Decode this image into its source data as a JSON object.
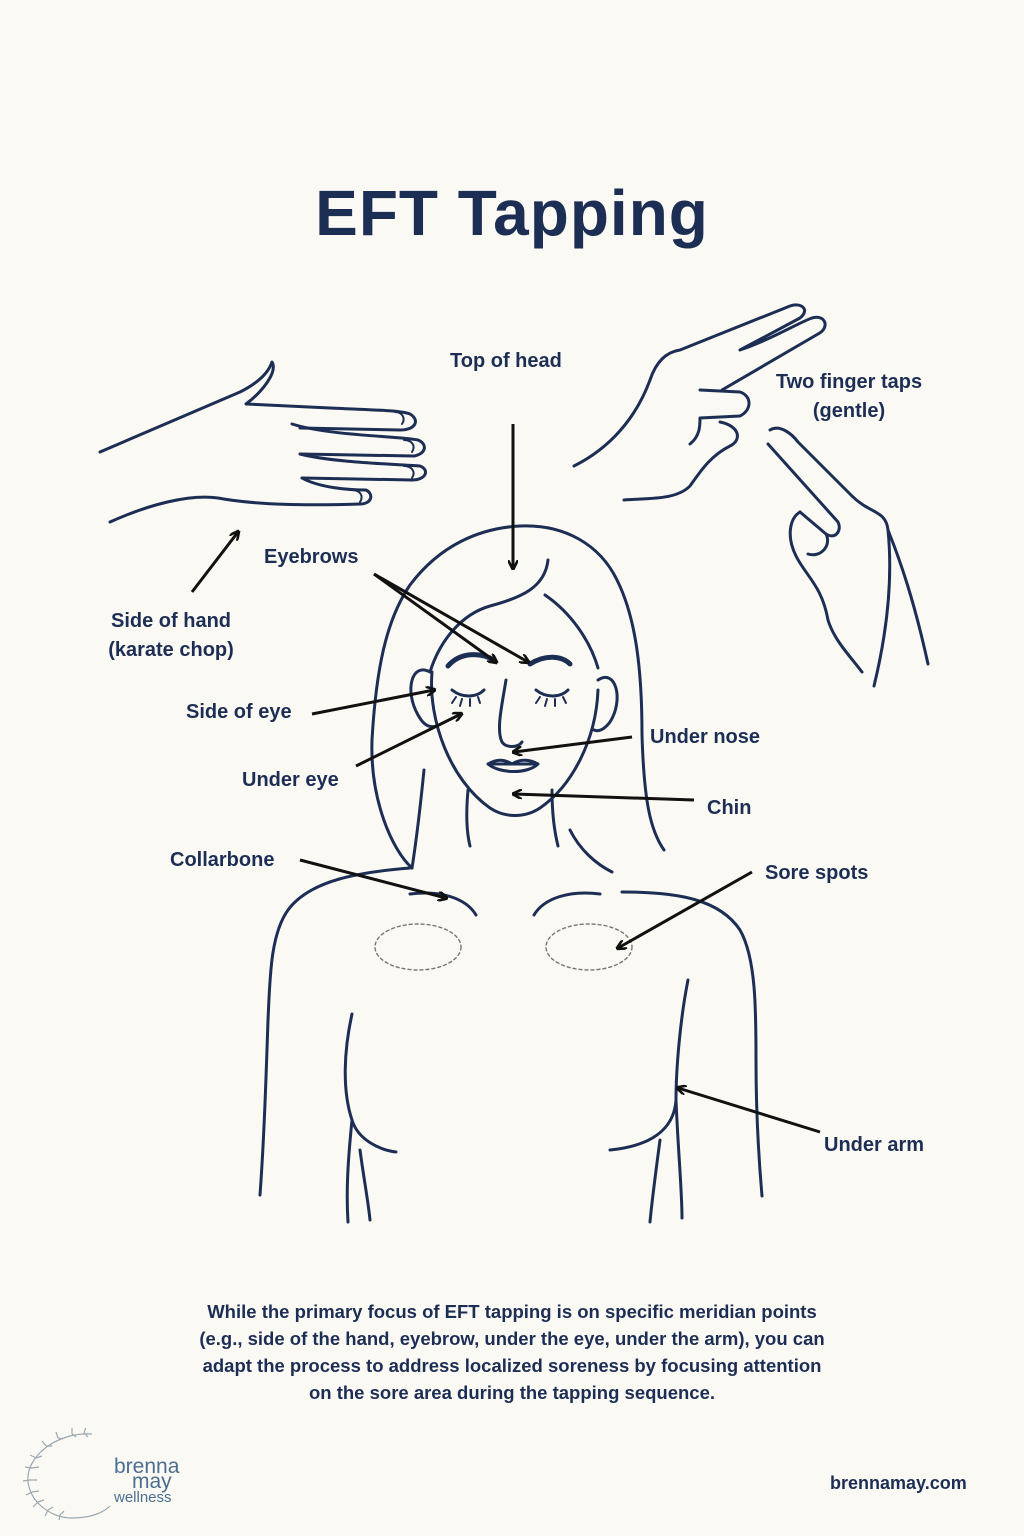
{
  "title": "EFT Tapping",
  "labels": {
    "top_of_head": "Top of head",
    "two_finger_taps_line1": "Two finger taps",
    "two_finger_taps_line2": "(gentle)",
    "eyebrows": "Eyebrows",
    "side_of_hand_line1": "Side of hand",
    "side_of_hand_line2": "(karate chop)",
    "side_of_eye": "Side of eye",
    "under_eye": "Under eye",
    "under_nose": "Under nose",
    "chin": "Chin",
    "collarbone": "Collarbone",
    "sore_spots": "Sore spots",
    "under_arm": "Under arm"
  },
  "caption": "While the primary focus of EFT tapping is on specific meridian points (e.g., side of the hand, eyebrow, under the eye, under the arm), you can adapt the process to address localized soreness by focusing attention on the sore area during the tapping sequence.",
  "brand": {
    "line1": "brenna",
    "line2": "may",
    "line3": "wellness"
  },
  "website": "brennamay.com",
  "colors": {
    "background": "#fbf9f3",
    "ink": "#1d2e55",
    "brand": "#4a6f91"
  }
}
